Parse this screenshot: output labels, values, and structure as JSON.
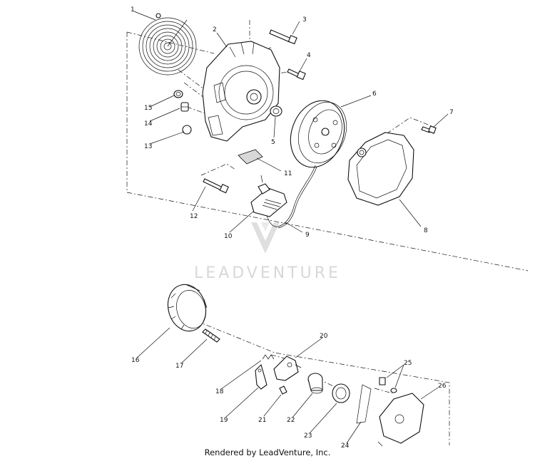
{
  "diagram": {
    "watermark": "LEADVENTURE",
    "footer": "Rendered by LeadVenture, Inc.",
    "callouts": [
      "1",
      "2",
      "3",
      "4",
      "5",
      "6",
      "7",
      "8",
      "9",
      "10",
      "11",
      "12",
      "13",
      "14",
      "15",
      "16",
      "17",
      "18",
      "19",
      "20",
      "21",
      "22",
      "23",
      "24",
      "25",
      "26"
    ]
  }
}
